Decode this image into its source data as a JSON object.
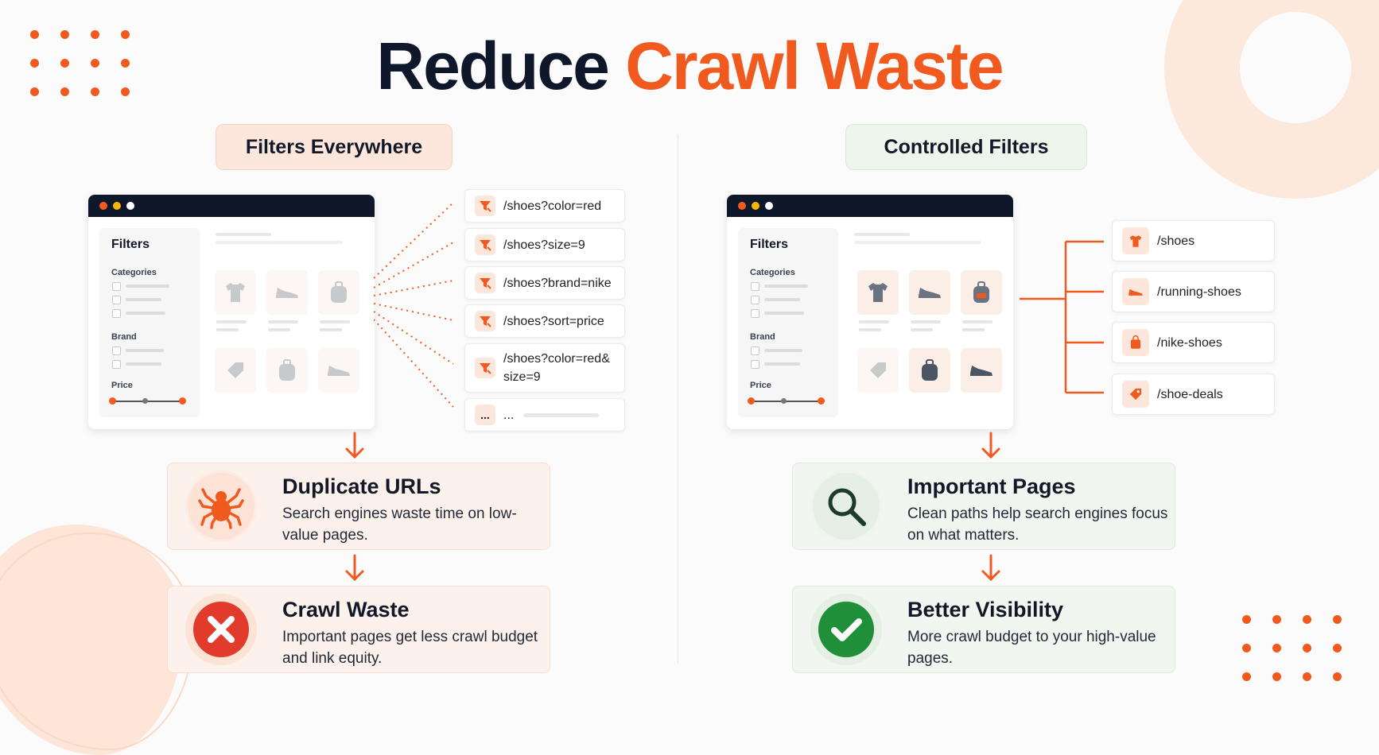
{
  "title": {
    "part1": "Reduce",
    "part2": "Crawl Waste"
  },
  "left": {
    "label": "Filters Everywhere",
    "browser": {
      "filters_title": "Filters",
      "categories": "Categories",
      "brand": "Brand",
      "price": "Price"
    },
    "urls": [
      "/shoes?color=red",
      "/shoes?size=9",
      "/shoes?brand=nike",
      "/shoes?sort=price",
      "/shoes?color=red&size=9",
      "..."
    ],
    "url_more_icon": "...",
    "results": [
      {
        "heading": "Duplicate URLs",
        "desc": "Search engines waste time on low-value pages.",
        "icon": "spider-icon"
      },
      {
        "heading": "Crawl Waste",
        "desc": "Important pages get less crawl budget and link equity.",
        "icon": "x-circle-icon"
      }
    ]
  },
  "right": {
    "label": "Controlled Filters",
    "browser": {
      "filters_title": "Filters",
      "categories": "Categories",
      "brand": "Brand",
      "price": "Price"
    },
    "urls": [
      "/shoes",
      "/running-shoes",
      "/nike-shoes",
      "/shoe-deals"
    ],
    "results": [
      {
        "heading": "Important Pages",
        "desc": "Clean paths help search engines focus on what matters.",
        "icon": "magnifier-icon"
      },
      {
        "heading": "Better Visibility",
        "desc": "More crawl budget to your high-value pages.",
        "icon": "check-circle-icon"
      }
    ]
  },
  "colors": {
    "accent": "#f15a1f",
    "navy": "#0f172a",
    "good": "#1f8f3a",
    "bad": "#e23b2c"
  }
}
